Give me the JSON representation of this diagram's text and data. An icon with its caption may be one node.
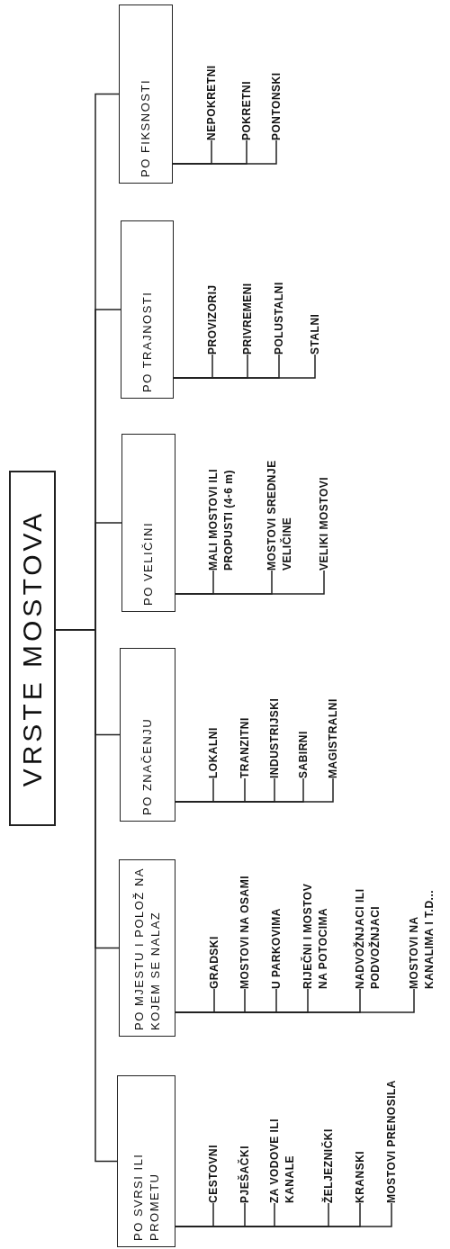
{
  "diagram": {
    "nodes": [
      {
        "text": [
          "VRSTE MOSTOVA"
        ]
      },
      {
        "text": [
          "PO SVRSI ILI PROMETU"
        ]
      },
      {
        "text": [
          "CESTOVNI"
        ]
      },
      {
        "text": [
          "PJEŠAČKI"
        ]
      },
      {
        "text": [
          "ZA VODOVE ILI KANALE"
        ]
      },
      {
        "text": [
          "ŽELJEZNIČKI"
        ]
      },
      {
        "text": [
          "KRANSKI"
        ]
      },
      {
        "text": [
          "MOSTOVI PRENOSILA"
        ]
      },
      {
        "text": [
          "PO MJESTU I POLOŽ NA KOJEM SE NALAZ"
        ]
      },
      {
        "text": [
          "GRADSKI"
        ]
      },
      {
        "text": [
          "MOSTOVI NA OSAMI"
        ]
      },
      {
        "text": [
          "U PARKOVIMA"
        ]
      },
      {
        "text": [
          "RIJEČNI I MOSTOV NA POTOCIMA"
        ]
      },
      {
        "text": [
          "NADVOŽNJACI ILI PODVOŽNJACI"
        ]
      },
      {
        "text": [
          "MOSTOVI NA KANALIMA I T.D..."
        ]
      },
      {
        "text": [
          "PO ZNAČENJU"
        ]
      },
      {
        "text": [
          "LOKALNI"
        ]
      },
      {
        "text": [
          "TRANZITNI"
        ]
      },
      {
        "text": [
          "INDUSTRIJSKI"
        ]
      },
      {
        "text": [
          "SABIRNI"
        ]
      },
      {
        "text": [
          "MAGISTRALNI"
        ]
      },
      {
        "text": [
          "PO VELIČINI"
        ]
      },
      {
        "text": [
          "MALI MOSTOVI ILI PROPUSTI (4-6 m)"
        ]
      },
      {
        "text": [
          "MOSTOVI SREDNJE VELIČINE"
        ]
      },
      {
        "text": [
          "VELIKI MOSTOVI"
        ]
      },
      {
        "text": [
          "PO TRAJNOSTI"
        ]
      },
      {
        "text": [
          "PROVIZORIJ"
        ]
      },
      {
        "text": [
          "PRIVREMENI"
        ]
      },
      {
        "text": [
          "POLUSTALNI"
        ]
      },
      {
        "text": [
          "STALNI"
        ]
      },
      {
        "text": [
          "PO FIKSNOSTI"
        ]
      },
      {
        "text": [
          "NEPOKRETNI"
        ]
      },
      {
        "text": [
          "POKRETNI"
        ]
      },
      {
        "text": [
          "PONTONSKI"
        ]
      }
    ],
    "edges": [
      {
        "from": 0,
        "to": 1,
        "arrow": "none"
      },
      {
        "from": 0,
        "to": 8,
        "arrow": "none"
      },
      {
        "from": 0,
        "to": 15,
        "arrow": "none"
      },
      {
        "from": 0,
        "to": 21,
        "arrow": "none"
      },
      {
        "from": 0,
        "to": 25,
        "arrow": "none"
      },
      {
        "from": 0,
        "to": 30,
        "arrow": "none"
      },
      {
        "from": 1,
        "to": 2,
        "arrow": "none"
      },
      {
        "from": 1,
        "to": 3,
        "arrow": "none"
      },
      {
        "from": 1,
        "to": 4,
        "arrow": "none"
      },
      {
        "from": 1,
        "to": 5,
        "arrow": "none"
      },
      {
        "from": 1,
        "to": 6,
        "arrow": "none"
      },
      {
        "from": 1,
        "to": 7,
        "arrow": "none"
      },
      {
        "from": 8,
        "to": 9,
        "arrow": "none"
      },
      {
        "from": 8,
        "to": 10,
        "arrow": "none"
      },
      {
        "from": 8,
        "to": 11,
        "arrow": "none"
      },
      {
        "from": 8,
        "to": 12,
        "arrow": "none"
      },
      {
        "from": 8,
        "to": 13,
        "arrow": "none"
      },
      {
        "from": 8,
        "to": 14,
        "arrow": "none"
      },
      {
        "from": 15,
        "to": 16,
        "arrow": "none"
      },
      {
        "from": 15,
        "to": 17,
        "arrow": "none"
      },
      {
        "from": 15,
        "to": 18,
        "arrow": "none"
      },
      {
        "from": 15,
        "to": 19,
        "arrow": "none"
      },
      {
        "from": 15,
        "to": 20,
        "arrow": "none"
      },
      {
        "from": 21,
        "to": 22,
        "arrow": "none"
      },
      {
        "from": 21,
        "to": 23,
        "arrow": "none"
      },
      {
        "from": 21,
        "to": 24,
        "arrow": "none"
      },
      {
        "from": 25,
        "to": 26,
        "arrow": "none"
      },
      {
        "from": 25,
        "to": 27,
        "arrow": "none"
      },
      {
        "from": 25,
        "to": 28,
        "arrow": "none"
      },
      {
        "from": 25,
        "to": 29,
        "arrow": "none"
      },
      {
        "from": 30,
        "to": 31,
        "arrow": "none"
      },
      {
        "from": 30,
        "to": 32,
        "arrow": "none"
      },
      {
        "from": 30,
        "to": 33,
        "arrow": "none"
      }
    ]
  }
}
